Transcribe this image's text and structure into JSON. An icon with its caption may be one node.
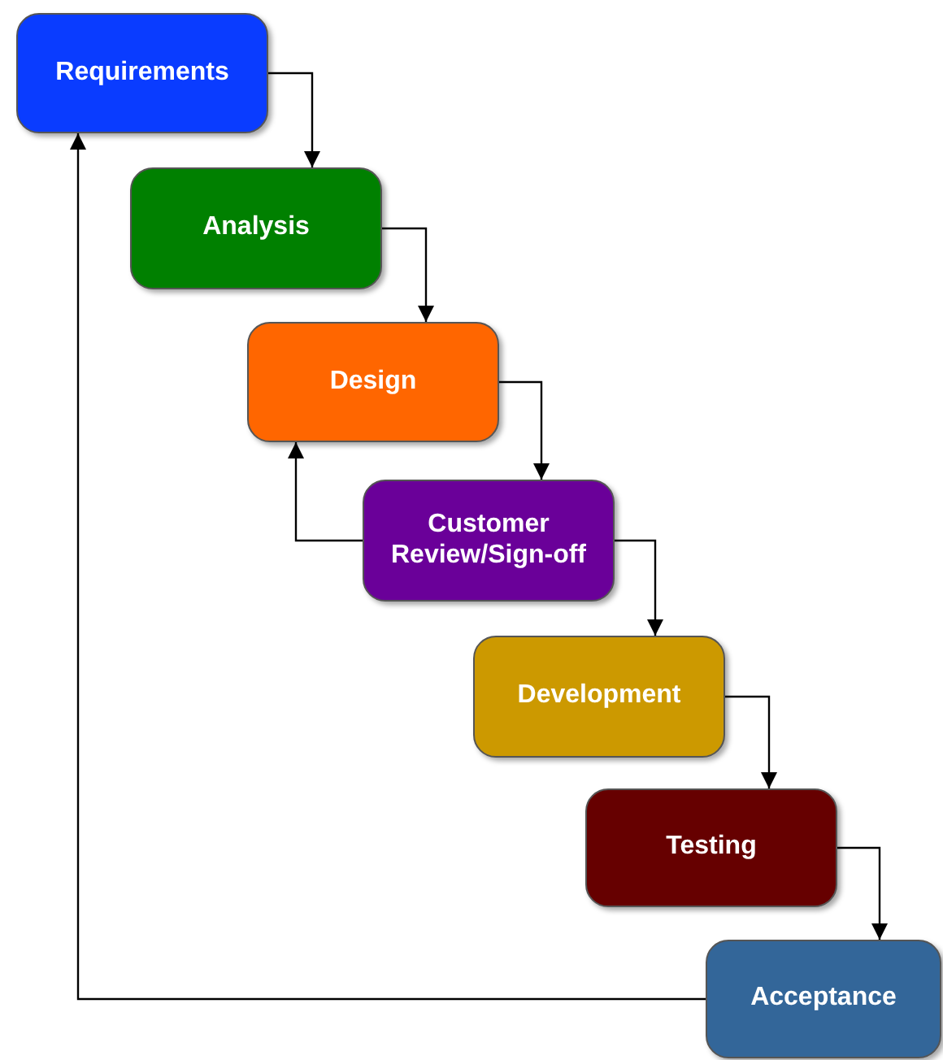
{
  "diagram": {
    "nodes": [
      {
        "text": [
          "Requirements"
        ]
      },
      {
        "text": [
          "Analysis"
        ]
      },
      {
        "text": [
          "Design"
        ]
      },
      {
        "text": [
          "Customer Review/Sign-off"
        ]
      },
      {
        "text": [
          "Development"
        ]
      },
      {
        "text": [
          "Testing"
        ]
      },
      {
        "text": [
          "Acceptance"
        ]
      }
    ],
    "edges": [
      {
        "from": 0,
        "to": 1,
        "arrow": "to"
      },
      {
        "from": 1,
        "to": 2,
        "arrow": "to"
      },
      {
        "from": 2,
        "to": 3,
        "arrow": "to"
      },
      {
        "from": 3,
        "to": 2,
        "arrow": "to"
      },
      {
        "from": 3,
        "to": 4,
        "arrow": "to"
      },
      {
        "from": 4,
        "to": 5,
        "arrow": "to"
      },
      {
        "from": 5,
        "to": 6,
        "arrow": "to"
      },
      {
        "from": 6,
        "to": 0,
        "arrow": "to"
      }
    ]
  }
}
